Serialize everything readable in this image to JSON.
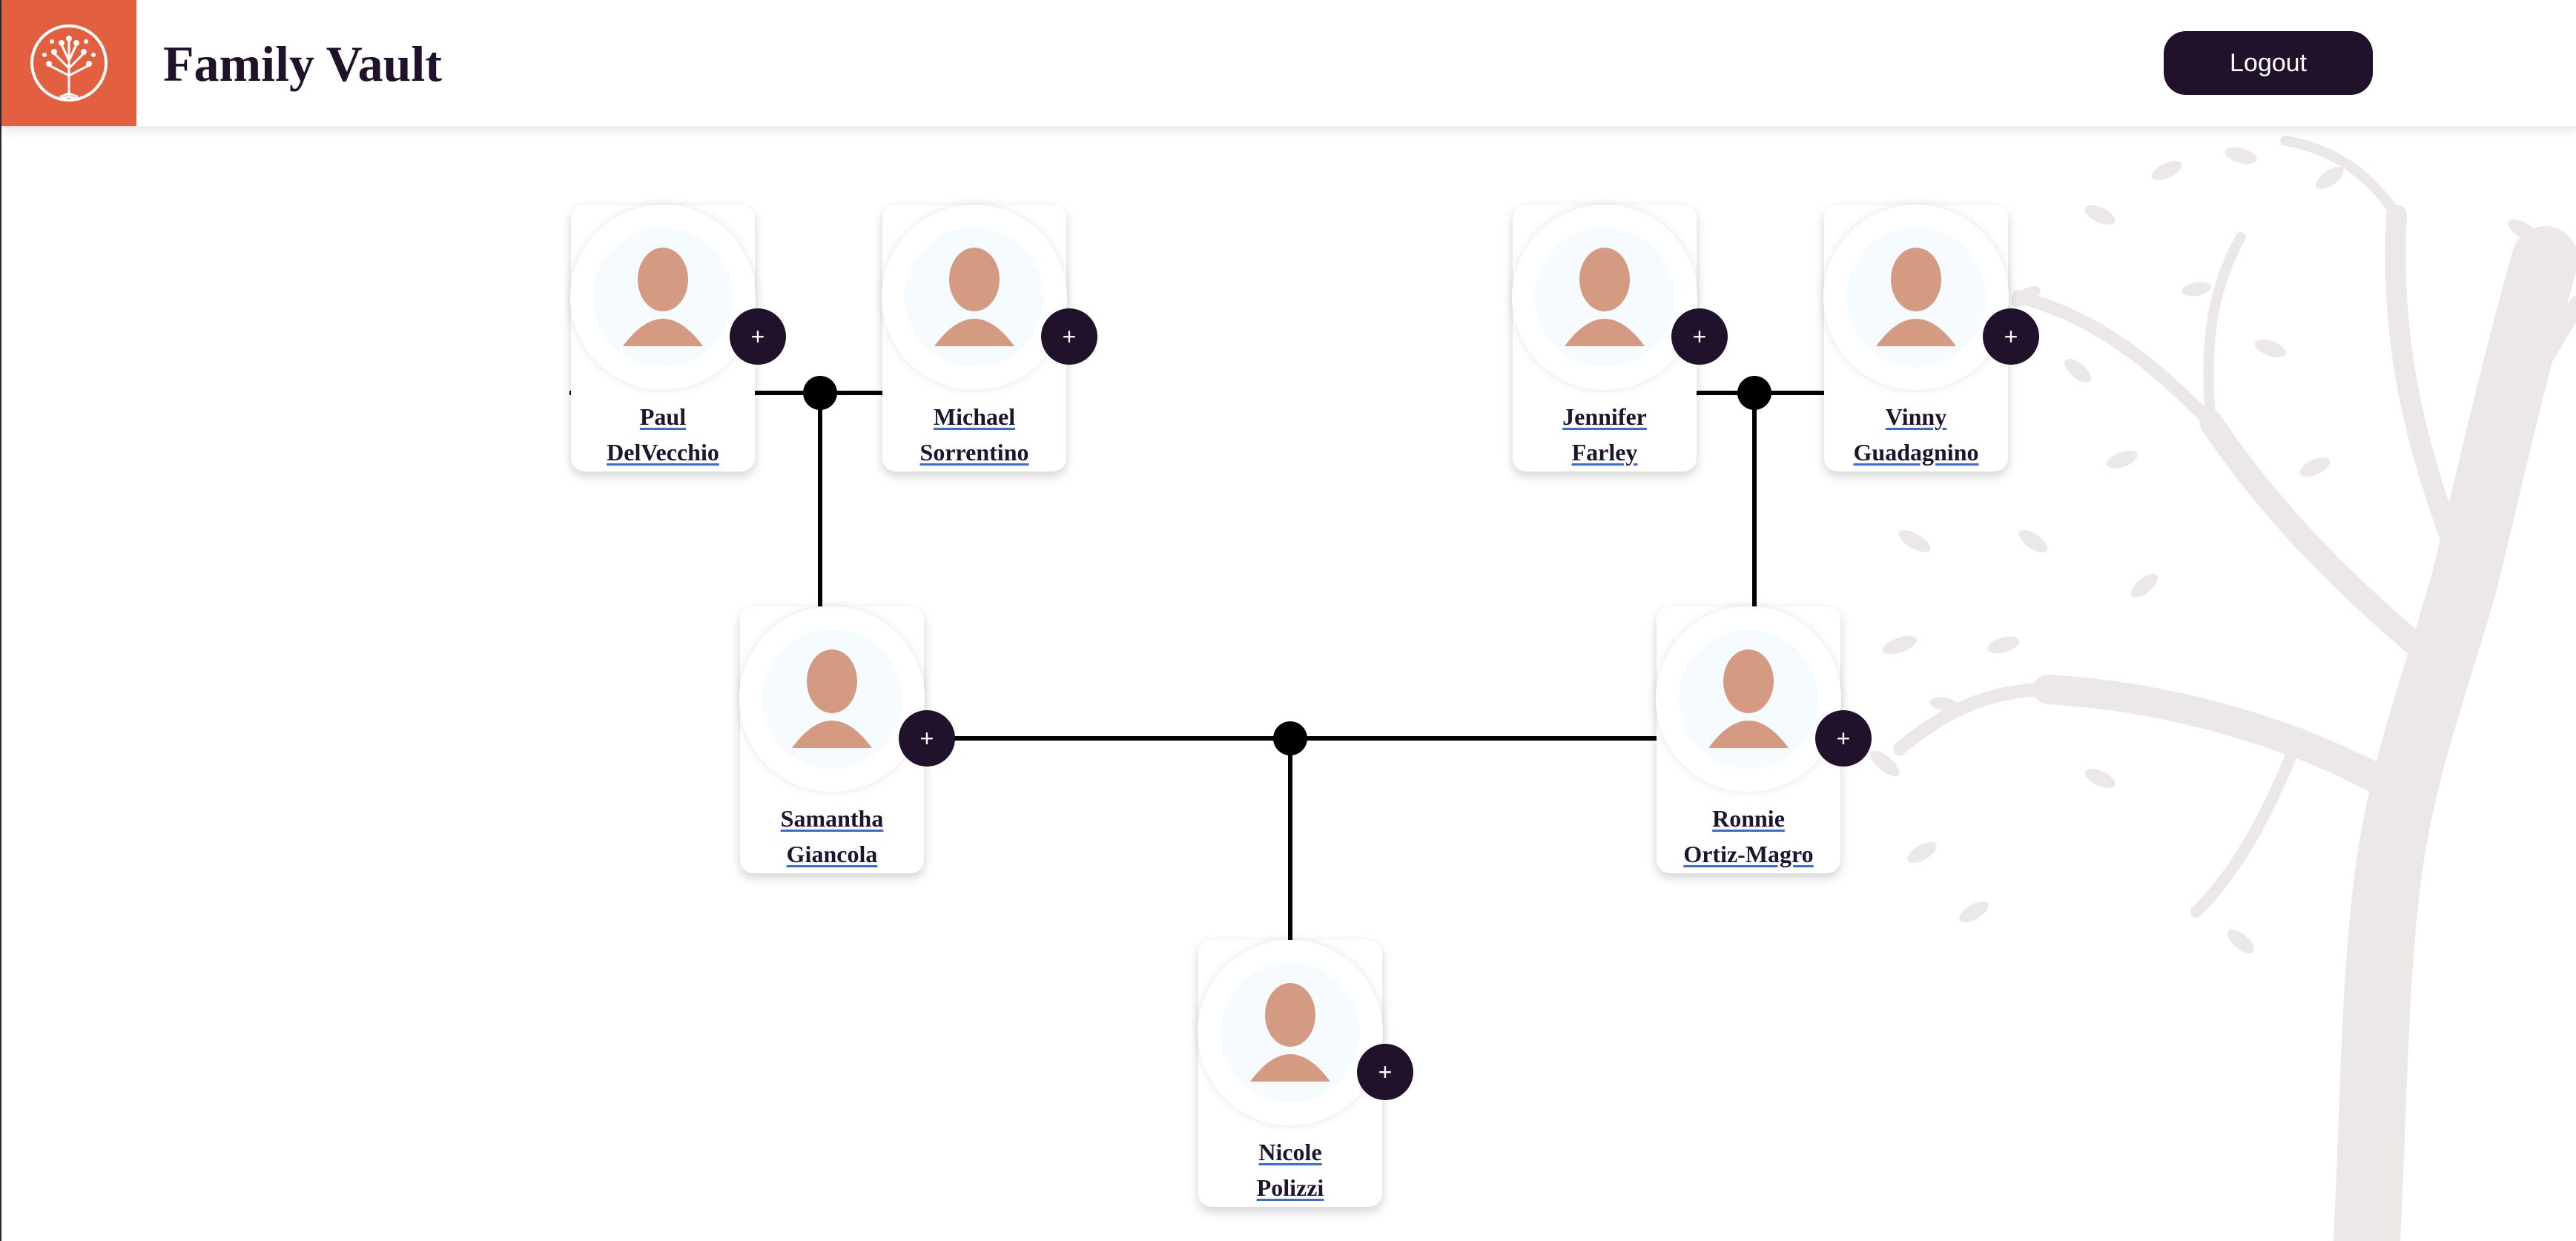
{
  "header": {
    "title": "Family Vault",
    "logout_label": "Logout"
  },
  "icons": {
    "logo": "tree-logo-icon",
    "avatar": "person-avatar-icon",
    "add": "plus-icon",
    "background": "tree-silhouette-decoration"
  },
  "colors": {
    "brand_orange": "#e2603f",
    "brand_dark": "#21122b",
    "avatar_skin": "#d59a82",
    "tree_bg": "#eceae9"
  },
  "members": [
    {
      "id": "paul",
      "first": "Paul",
      "last": "DelVecchio",
      "add_label": "+"
    },
    {
      "id": "michael",
      "first": "Michael",
      "last": "Sorrentino",
      "add_label": "+"
    },
    {
      "id": "jennifer",
      "first": "Jennifer",
      "last": "Farley",
      "add_label": "+"
    },
    {
      "id": "vinny",
      "first": "Vinny",
      "last": "Guadagnino",
      "add_label": "+"
    },
    {
      "id": "samantha",
      "first": "Samantha",
      "last": "Giancola",
      "add_label": "+"
    },
    {
      "id": "ronnie",
      "first": "Ronnie",
      "last": "Ortiz-Magro",
      "add_label": "+"
    },
    {
      "id": "nicole",
      "first": "Nicole",
      "last": "Polizzi",
      "add_label": "+"
    }
  ]
}
